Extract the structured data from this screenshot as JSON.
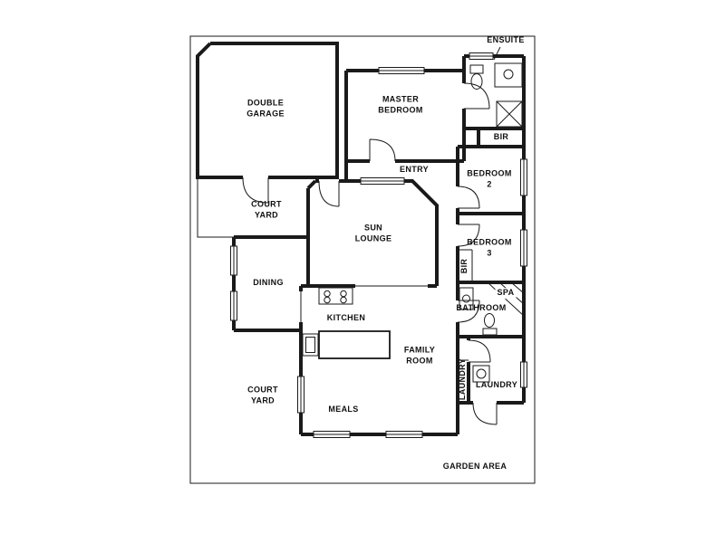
{
  "plan": {
    "ink_color": "#1a1a1a",
    "background_color": "#ffffff"
  },
  "labels": {
    "ensuite": "ENSUITE",
    "double_garage": "DOUBLE\nGARAGE",
    "master_bedroom": "MASTER\nBEDROOM",
    "bir_bedroom2": "BIR",
    "bedroom2": "BEDROOM\n2",
    "bedroom3": "BEDROOM\n3",
    "bir_bedroom3": "BIR",
    "entry": "ENTRY",
    "court_yard_upper": "COURT\nYARD",
    "sun_lounge": "SUN\nLOUNGE",
    "dining": "DINING",
    "kitchen": "KITCHEN",
    "spa": "SPA",
    "bathroom": "BATHROOM",
    "family_room": "FAMILY\nROOM",
    "laundry_vertical": "LAUNDRY",
    "laundry": "LAUNDRY",
    "court_yard_lower": "COURT\nYARD",
    "meals": "MEALS",
    "garden_area": "GARDEN AREA"
  }
}
